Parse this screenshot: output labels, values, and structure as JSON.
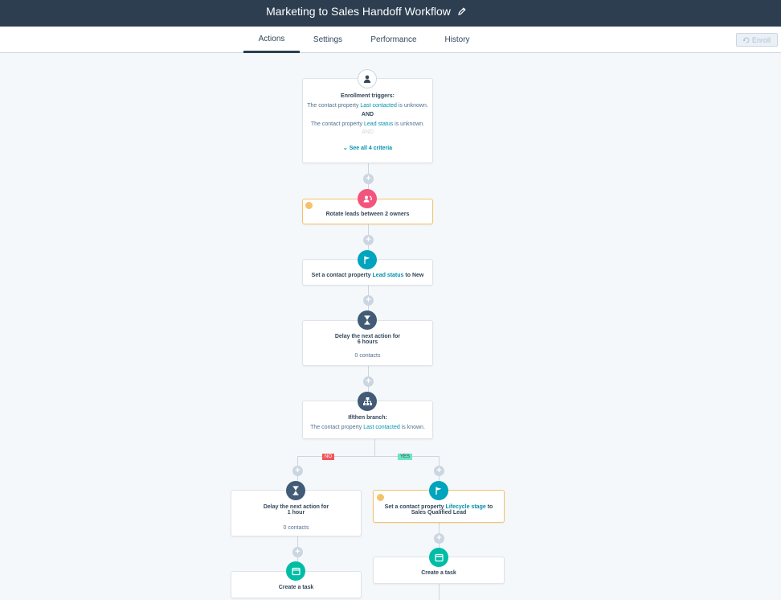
{
  "header": {
    "title": "Marketing to Sales Handoff Workflow",
    "edit_icon": "pencil-icon"
  },
  "tabs": [
    {
      "label": "Actions",
      "active": true
    },
    {
      "label": "Settings",
      "active": false
    },
    {
      "label": "Performance",
      "active": false
    },
    {
      "label": "History",
      "active": false
    }
  ],
  "enroll_button": {
    "label": "Enroll",
    "icon": "enroll-icon",
    "disabled": true
  },
  "trigger": {
    "icon": "person-icon",
    "heading": "Enrollment triggers:",
    "c1_pre": "The contact property",
    "c1_prop": "Last contacted",
    "c1_post": "is unknown.",
    "and1": "AND",
    "c2_pre": "The contact property",
    "c2_prop": "Lead status",
    "c2_post": "is unknown.",
    "and2": "AND",
    "see_all": "See all 4 criteria"
  },
  "rotate": {
    "icon": "rotate-owner-icon",
    "text": "Rotate leads between 2 owners"
  },
  "set_lead_status": {
    "icon": "flag-icon",
    "pre": "Set a contact property",
    "prop": "Lead status",
    "post": "to New"
  },
  "delay1": {
    "icon": "hourglass-icon",
    "line1": "Delay the next action for",
    "line2": "6 hours",
    "contacts": "0 contacts"
  },
  "branch": {
    "icon": "branch-icon",
    "heading": "If/then branch:",
    "pre": "The contact property",
    "prop": "Last contacted",
    "post": "is known."
  },
  "labels": {
    "no": "NO",
    "yes": "YES"
  },
  "delay2": {
    "icon": "hourglass-icon",
    "line1": "Delay the next action for",
    "line2": "1 hour",
    "contacts": "0 contacts"
  },
  "set_lifecycle": {
    "icon": "flag-icon",
    "pre": "Set a contact property",
    "prop": "Lifecycle stage",
    "post": "to",
    "line2": "Sales Qualified Lead"
  },
  "task_left": {
    "icon": "task-icon",
    "text": "Create a task"
  },
  "task_right": {
    "icon": "task-icon",
    "text": "Create a task"
  },
  "colors": {
    "header_bg": "#2d3e50",
    "accent_teal": "#00a4bd",
    "pink": "#f2547d",
    "dark_slate": "#425b76",
    "green": "#00bda5",
    "alert_border": "#f5c26b",
    "no_tag": "#f2545b",
    "yes_tag": "#6ee3c6"
  }
}
